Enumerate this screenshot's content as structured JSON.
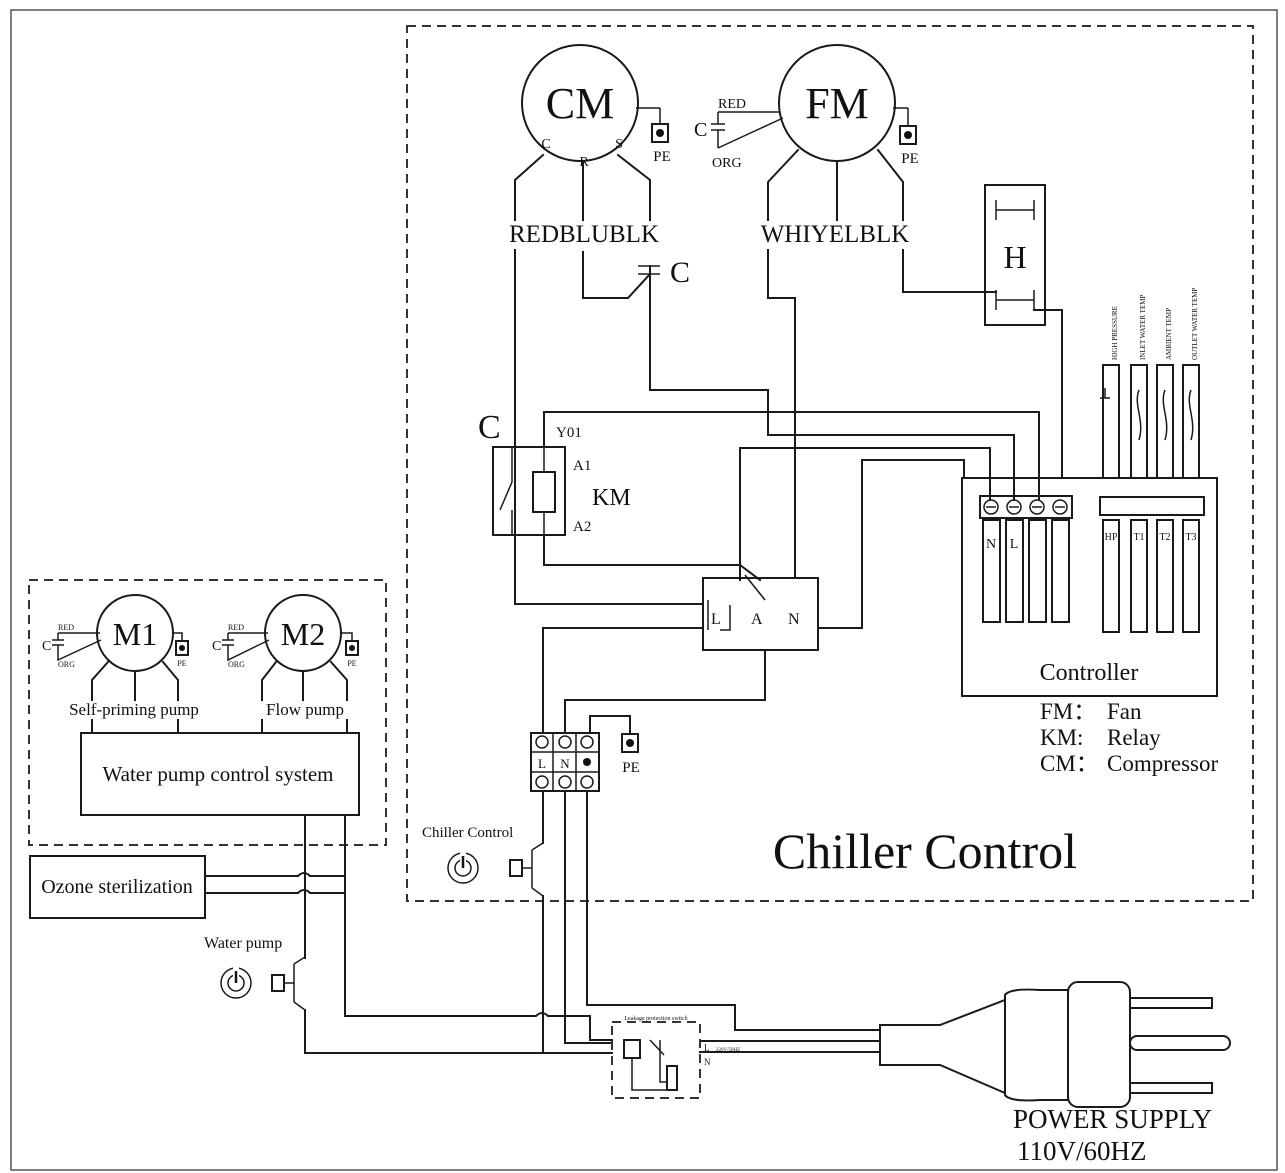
{
  "compressor": {
    "name": "CM",
    "t_c": "C",
    "t_r": "R",
    "t_s": "S",
    "pe": "PE",
    "wires": "REDBLUBLK"
  },
  "fan": {
    "name": "FM",
    "red": "RED",
    "org": "ORG",
    "cap": "C",
    "pe": "PE",
    "wires": "WHIYELBLK"
  },
  "start_cap": "C",
  "heater": "H",
  "sensors": [
    "HIGH PRESSURE",
    "INLET WATER TEMP",
    "AMBIENT TEMP",
    "OUTLET WATER TEMP"
  ],
  "relay": {
    "c": "C",
    "y01": "Y01",
    "a1": "A1",
    "a2": "A2",
    "km": "KM"
  },
  "switch_terms": {
    "l": "L",
    "a": "A",
    "n": "N"
  },
  "controller": {
    "title": "Controller",
    "power_terms": [
      "N",
      "L",
      "",
      ""
    ],
    "sensor_terms": [
      "HP",
      "T1",
      "T2",
      "T3"
    ]
  },
  "legend": [
    {
      "key": "FM：",
      "value": "Fan"
    },
    {
      "key": "KM:",
      "value": "Relay"
    },
    {
      "key": "CM：",
      "value": "Compressor"
    }
  ],
  "terminal_block": {
    "l": "L",
    "n": "N",
    "pe": "PE"
  },
  "chiller_title": "Chiller Control",
  "chiller_switch_label": "Chiller Control",
  "pumps": {
    "m1": "M1",
    "m2": "M2",
    "red": "RED",
    "org": "ORG",
    "cap": "C",
    "pe": "PE",
    "self_priming": "Self-priming pump",
    "flow": "Flow pump",
    "control": "Water pump control system"
  },
  "ozone": "Ozone sterilization",
  "water_pump_label": "Water pump",
  "leakage_switch": {
    "title": "Leakage protection switch",
    "rating": "220V/50HZ",
    "l": "L",
    "n": "N"
  },
  "power": {
    "label": "POWER SUPPLY",
    "rating": "110V/60HZ"
  }
}
